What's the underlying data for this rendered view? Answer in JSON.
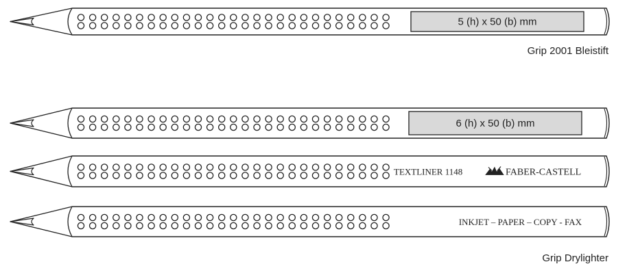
{
  "pencils": [
    {
      "id": "grip-2001-pencil",
      "imprint_type": "box",
      "imprint_text": "5 (h) x 50 (b) mm"
    },
    {
      "id": "drylighter-1",
      "imprint_type": "box",
      "imprint_text": "6 (h) x 50 (b) mm"
    },
    {
      "id": "drylighter-2",
      "imprint_type": "brand",
      "product_text": "TEXTLINER 1148",
      "brand_text": "FABER-CASTELL"
    },
    {
      "id": "drylighter-3",
      "imprint_type": "text",
      "imprint_text": "INKJET – PAPER – COPY - FAX"
    }
  ],
  "captions": {
    "grip_2001": "Grip 2001 Bleistift",
    "grip_drylighter": "Grip Drylighter"
  },
  "colors": {
    "stroke": "#222222",
    "imprint_fill": "#d9d9d9"
  }
}
